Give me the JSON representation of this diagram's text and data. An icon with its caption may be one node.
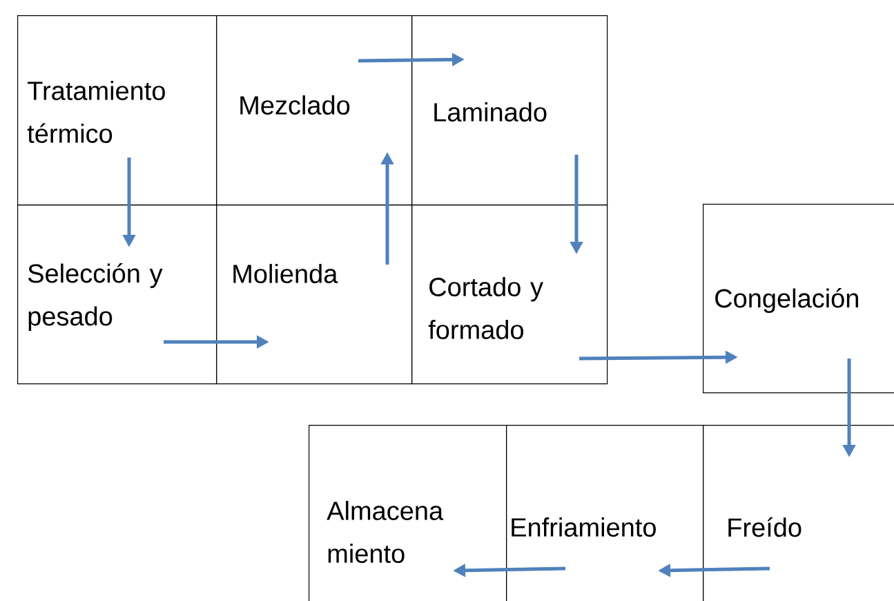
{
  "diagram": {
    "nodes": [
      {
        "text": [
          "Tratamiento térmico"
        ]
      },
      {
        "text": [
          "Mezclado"
        ]
      },
      {
        "text": [
          "Laminado"
        ]
      },
      {
        "text": [
          "Selección y pesado"
        ]
      },
      {
        "text": [
          "Molienda"
        ]
      },
      {
        "text": [
          "Cortado y formado"
        ]
      },
      {
        "text": [
          "Congelación"
        ]
      },
      {
        "text": [
          "Almacena miento"
        ]
      },
      {
        "text": [
          "Enfriamiento"
        ]
      },
      {
        "text": [
          "Freído"
        ]
      }
    ],
    "edges": [
      {
        "from": 0,
        "to": 3,
        "arrow": "to"
      },
      {
        "from": 3,
        "to": 4,
        "arrow": "to"
      },
      {
        "from": 4,
        "to": 1,
        "arrow": "to"
      },
      {
        "from": 1,
        "to": 2,
        "arrow": "to"
      },
      {
        "from": 2,
        "to": 5,
        "arrow": "to"
      },
      {
        "from": 5,
        "to": 6,
        "arrow": "to"
      },
      {
        "from": 6,
        "to": 9,
        "arrow": "to"
      },
      {
        "from": 9,
        "to": 8,
        "arrow": "to"
      },
      {
        "from": 8,
        "to": 7,
        "arrow": "to"
      }
    ]
  }
}
